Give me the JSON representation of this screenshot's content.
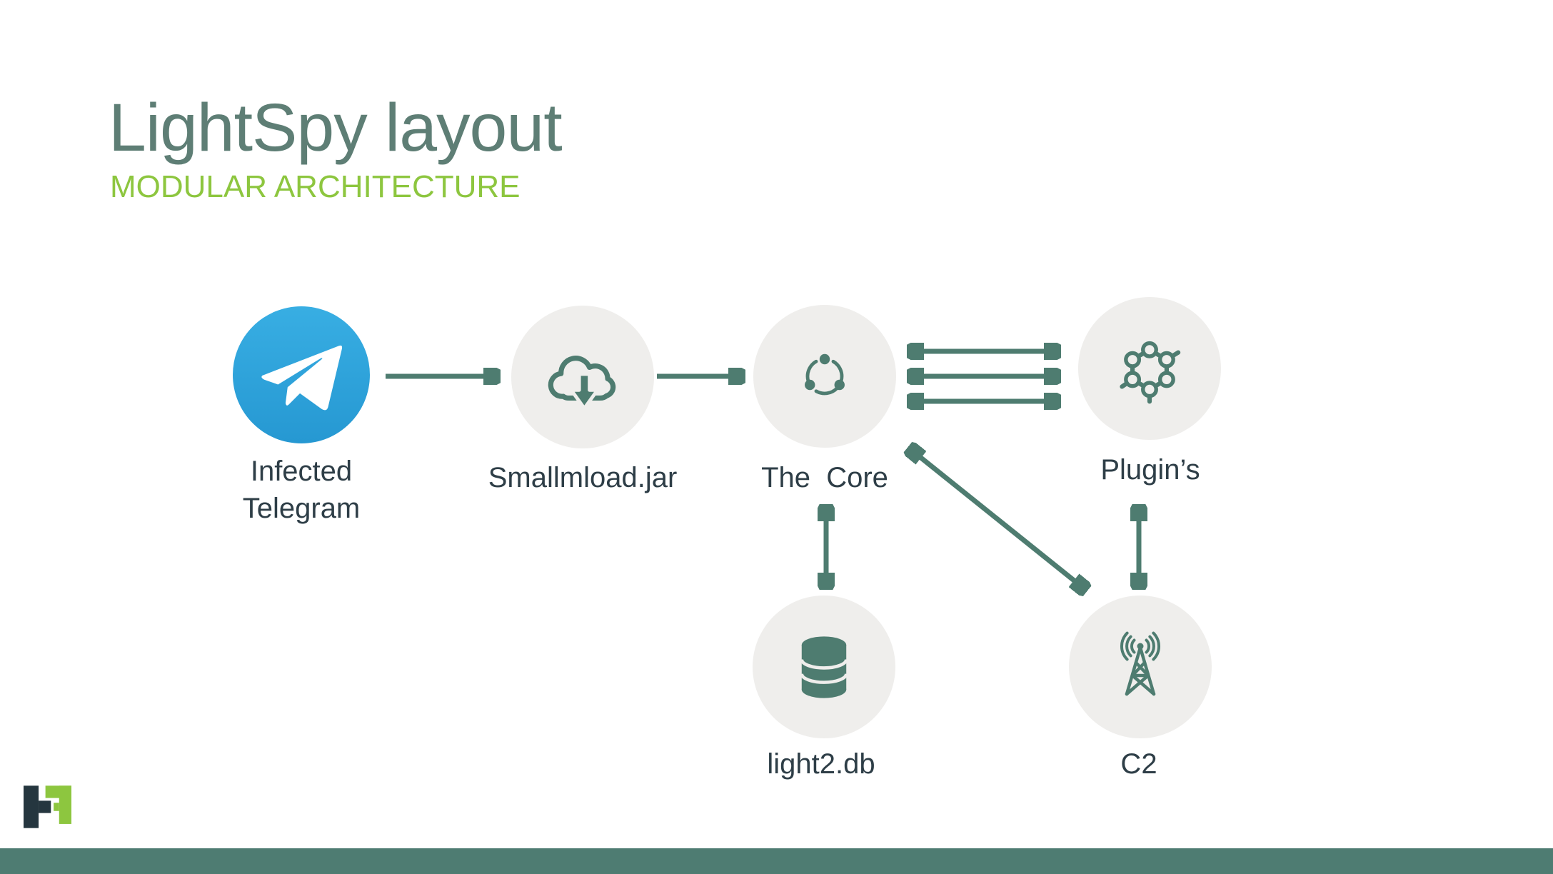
{
  "slide": {
    "title": "LightSpy layout",
    "subtitle": "MODULAR ARCHITECTURE"
  },
  "diagram": {
    "nodes": [
      {
        "id": "infected-telegram",
        "label": "Infected\nTelegram",
        "icon": "telegram-icon"
      },
      {
        "id": "smallmload",
        "label": "Smallmload.jar",
        "icon": "cloud-download-icon"
      },
      {
        "id": "core",
        "label": "The  Core",
        "icon": "share-nodes-icon"
      },
      {
        "id": "plugins",
        "label": "Plugin’s",
        "icon": "molecule-icon"
      },
      {
        "id": "light2db",
        "label": "light2.db",
        "icon": "database-icon"
      },
      {
        "id": "c2",
        "label": "C2",
        "icon": "radio-tower-icon"
      }
    ],
    "edges": [
      {
        "from": "infected-telegram",
        "to": "smallmload",
        "direction": "one-way",
        "lines": 1
      },
      {
        "from": "smallmload",
        "to": "core",
        "direction": "one-way",
        "lines": 1
      },
      {
        "from": "core",
        "to": "plugins",
        "direction": "two-way",
        "lines": 3
      },
      {
        "from": "core",
        "to": "light2db",
        "direction": "two-way",
        "lines": 1
      },
      {
        "from": "core",
        "to": "c2",
        "direction": "two-way",
        "lines": 1
      },
      {
        "from": "plugins",
        "to": "c2",
        "direction": "two-way",
        "lines": 1
      }
    ]
  },
  "footer": {
    "logo": "threatfabric-logo"
  },
  "colors": {
    "accent_teal": "#4E7C70",
    "footer_bar_teal": "#4E7C72",
    "title_gray_green": "#5E7E75",
    "subtitle_green": "#8DC63F",
    "label_dark": "#2E3E47",
    "circle_gray": "#EFEEEC",
    "telegram_blue": "#37AEE2",
    "logo_navy": "#25363F",
    "logo_green": "#8DC63F"
  }
}
